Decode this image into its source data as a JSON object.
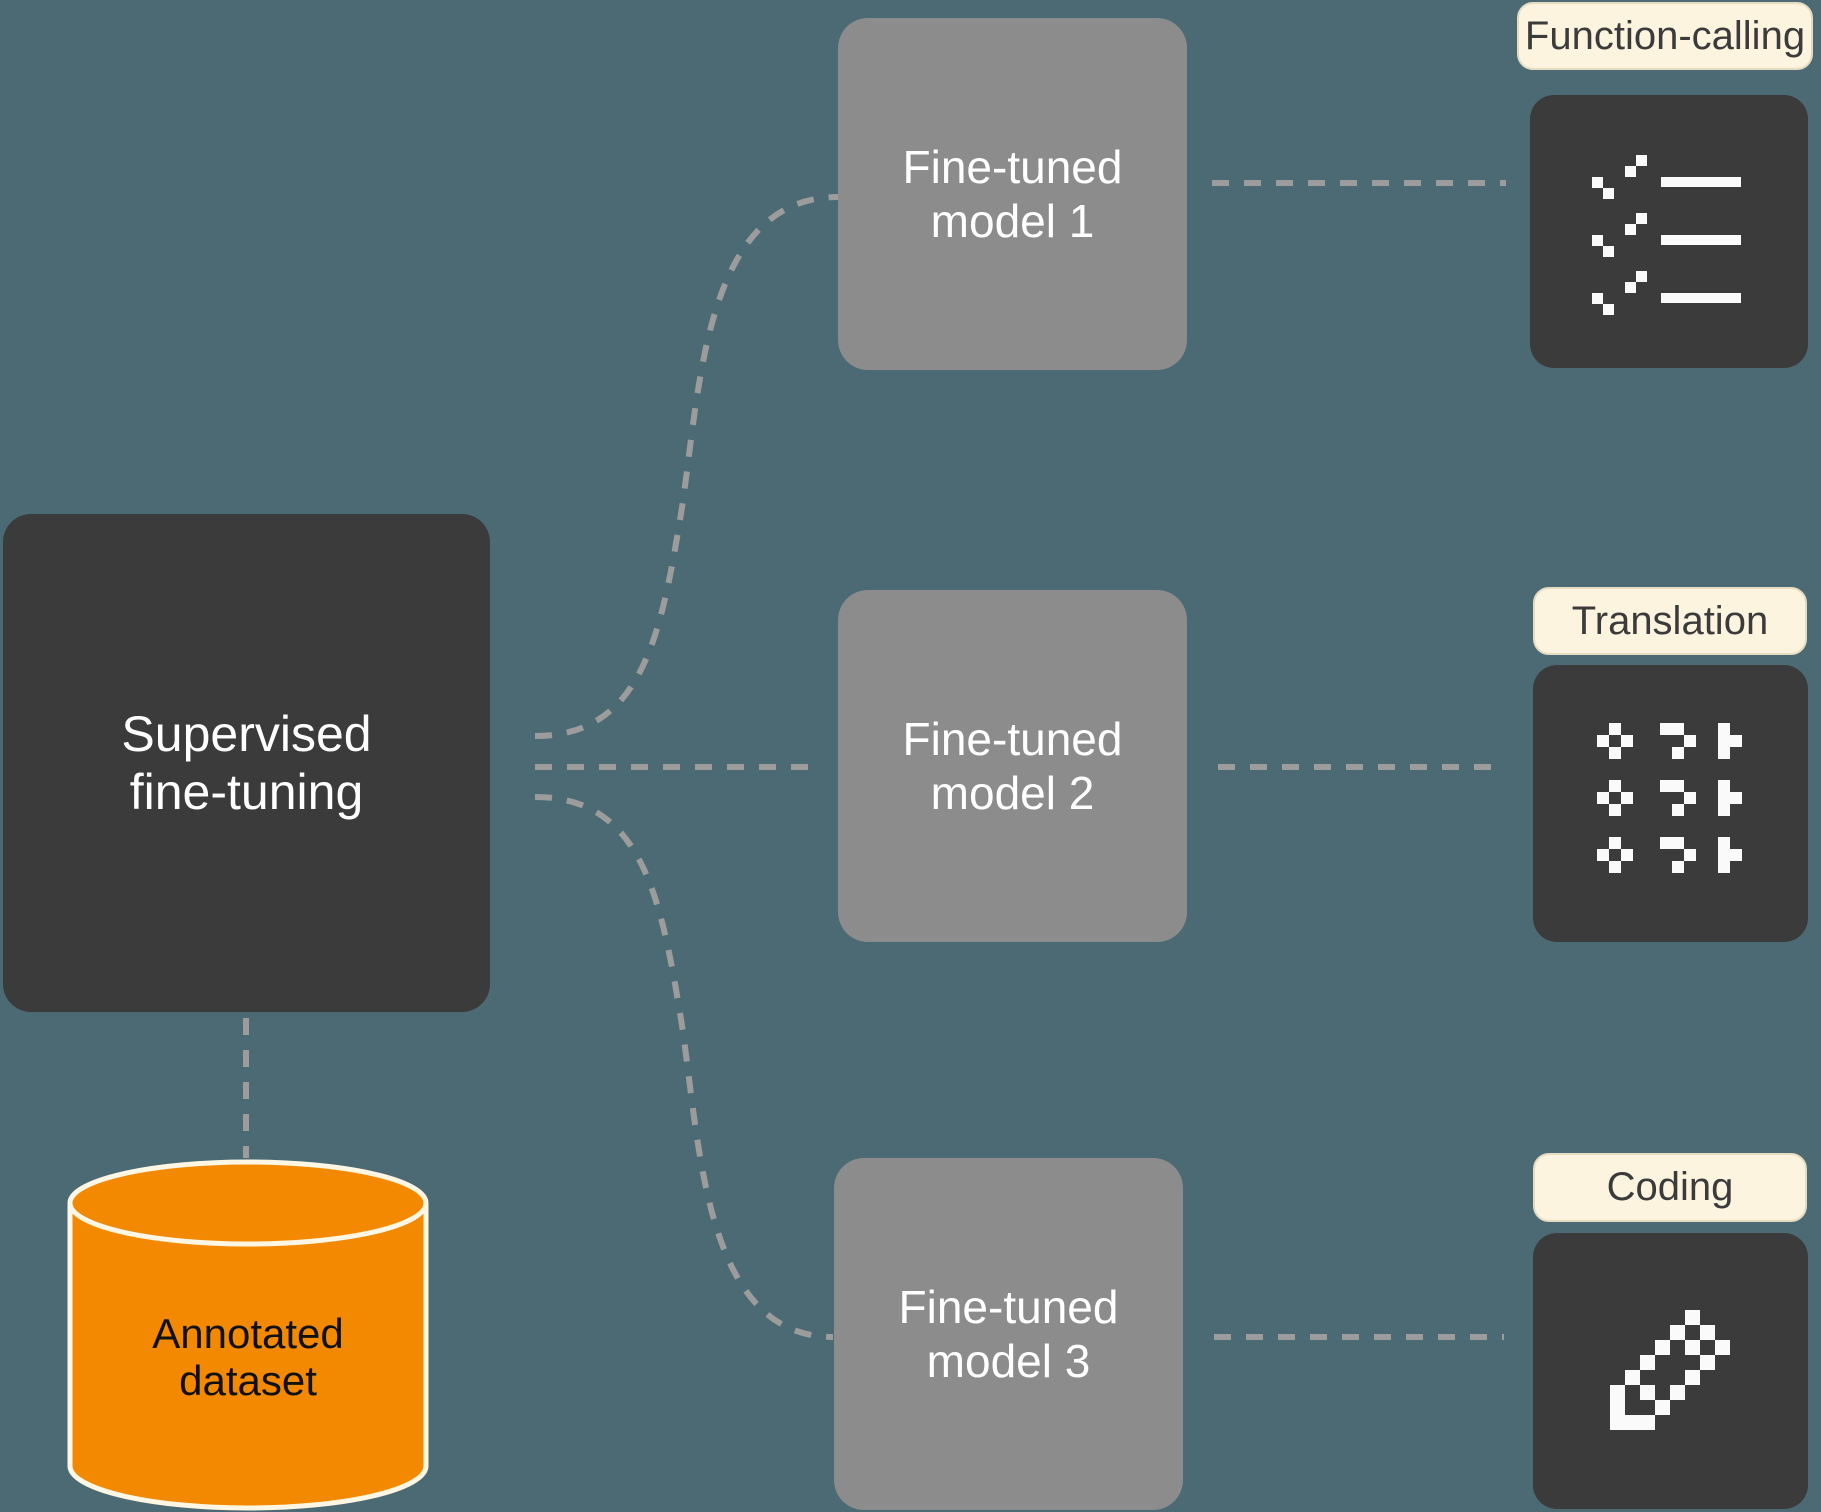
{
  "diagram": {
    "description": "Supervised fine-tuning produces three fine-tuned models for different tasks",
    "palette": {
      "background": "#4C6A73",
      "dark_node": "#3B3B3B",
      "gray_node": "#8C8C8C",
      "tag_background": "#FCF4DF",
      "tag_border": "#E5DBC1",
      "cylinder_orange": "#F28900",
      "cylinder_outline": "#FFF6E3",
      "dashed_connector": "#9C9C9C",
      "light_text": "#FFFFFF",
      "dark_text": "#3B3B3B",
      "black_text": "#111111"
    },
    "supervised_box": {
      "lines": [
        "Supervised",
        "fine-tuning"
      ]
    },
    "dataset_cylinder": {
      "lines": [
        "Annotated",
        "dataset"
      ]
    },
    "models": [
      {
        "lines": [
          "Fine-tuned",
          "model 1"
        ]
      },
      {
        "lines": [
          "Fine-tuned",
          "model 2"
        ]
      },
      {
        "lines": [
          "Fine-tuned",
          "model 3"
        ]
      }
    ],
    "tasks": [
      {
        "label": "Function-calling",
        "icon": "checklist-icon"
      },
      {
        "label": "Translation",
        "icon": "translation-symbols-icon"
      },
      {
        "label": "Coding",
        "icon": "pencil-icon"
      }
    ]
  }
}
